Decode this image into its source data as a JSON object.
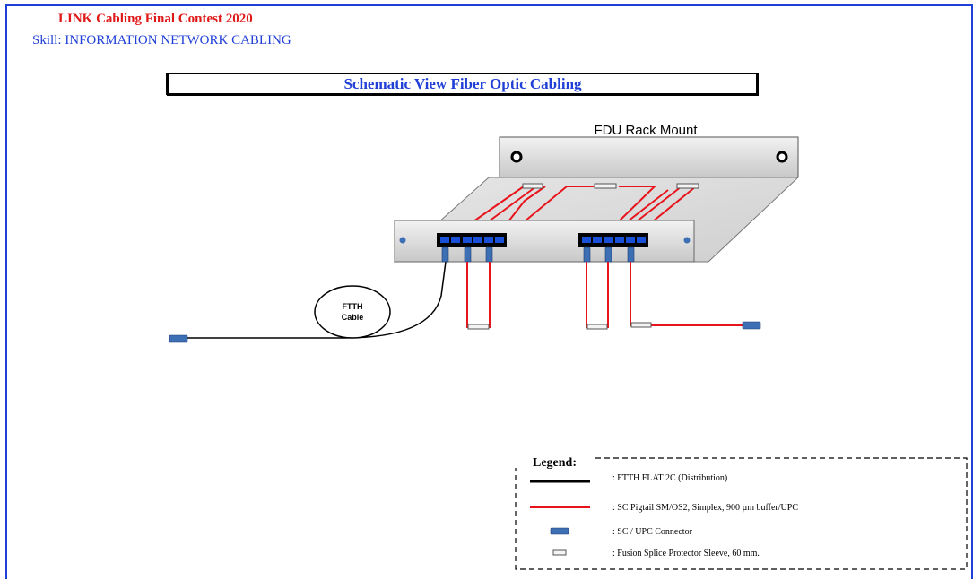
{
  "header": {
    "contest_title": "LINK Cabling Final Contest 2020",
    "skill": "Skill: INFORMATION NETWORK CABLING"
  },
  "schematic": {
    "title": "Schematic View Fiber Optic Cabling",
    "rack_label": "FDU Rack Mount",
    "ftth_label_line1": "FTTH",
    "ftth_label_line2": "Cable"
  },
  "legend": {
    "title": "Legend:",
    "items": [
      {
        "symbol": "black-cable-line",
        "label": ": FTTH FLAT 2C (Distribution)"
      },
      {
        "symbol": "red-pigtail-line",
        "label": ": SC Pigtail SM/OS2, Simplex, 900 µm buffer/UPC"
      },
      {
        "symbol": "sc-connector",
        "label": ": SC / UPC Connector"
      },
      {
        "symbol": "splice-sleeve",
        "label": ": Fusion Splice Protector Sleeve, 60 mm."
      }
    ]
  },
  "colors": {
    "frame": "#1f3fd6",
    "title_red": "#e01818",
    "title_blue": "#1f3fd6",
    "pigtail_red": "#e8141c",
    "connector_blue": "#3d6fb5",
    "panel_gray": "#d9d9d9",
    "port_blue": "#1a4fd8"
  }
}
